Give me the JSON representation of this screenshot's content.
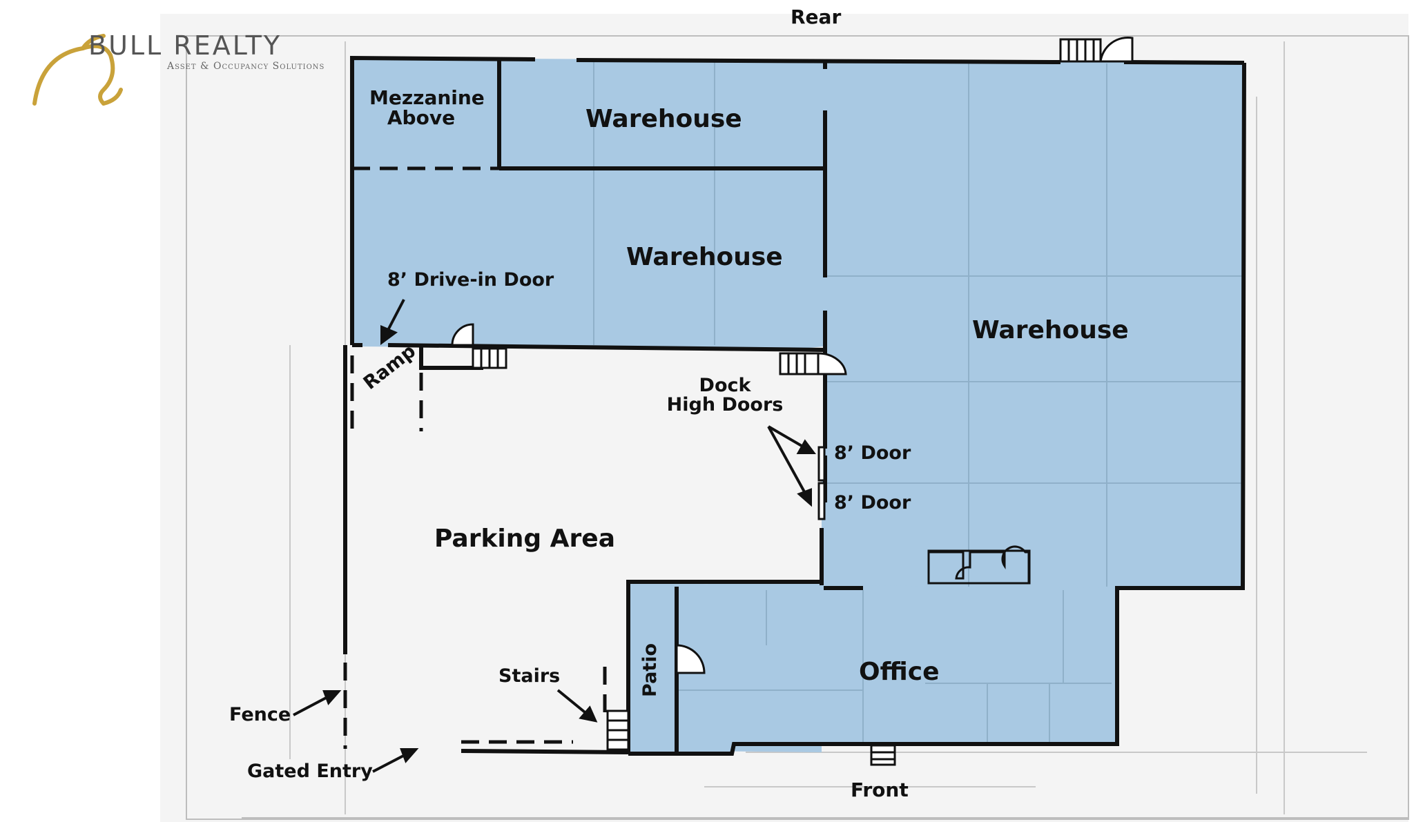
{
  "brand": {
    "name": "BULL REALTY",
    "tagline": "Asset & Occupancy Solutions",
    "gold": "#c9a23a"
  },
  "colors": {
    "building_fill": "#a9c9e3",
    "wall": "#111111"
  },
  "labels": {
    "rear": "Rear",
    "front": "Front",
    "mezzanine": "Mezzanine\nAbove",
    "warehouse_top": "Warehouse",
    "warehouse_mid": "Warehouse",
    "warehouse_main": "Warehouse",
    "drive_in_door": "8’ Drive-in Door",
    "ramp": "Ramp",
    "dock_high_doors": "Dock\nHigh Doors",
    "door_1": "8’ Door",
    "door_2": "8’ Door",
    "parking_area": "Parking Area",
    "patio": "Patio",
    "office": "Office",
    "stairs": "Stairs",
    "fence": "Fence",
    "gated_entry": "Gated Entry"
  }
}
